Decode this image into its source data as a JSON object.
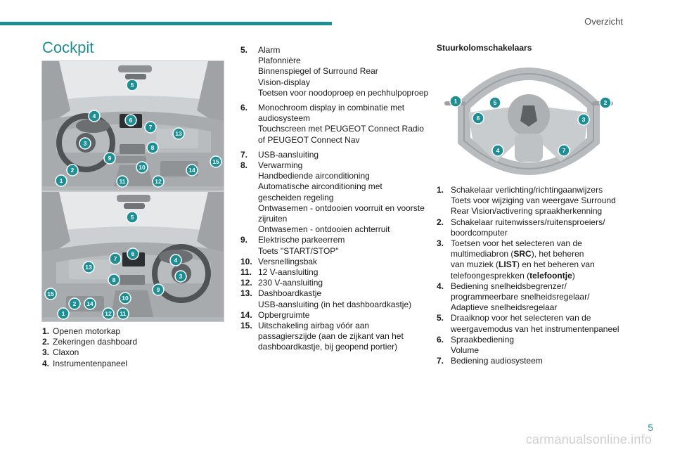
{
  "header": {
    "section_title": "Overzicht",
    "accent_color": "#1d8f94"
  },
  "page_title": "Cockpit",
  "callout_color": "#1d8f94",
  "photo_top": {
    "callouts": [
      "5",
      "4",
      "6",
      "7",
      "13",
      "3",
      "8",
      "9",
      "10",
      "14",
      "15",
      "2",
      "1",
      "11",
      "12"
    ]
  },
  "photo_bottom": {
    "callouts": [
      "5",
      "6",
      "7",
      "13",
      "4",
      "3",
      "8",
      "9",
      "15",
      "2",
      "14",
      "10",
      "1",
      "12",
      "11"
    ]
  },
  "left_list": [
    {
      "num": "1.",
      "lines": [
        "Openen motorkap"
      ]
    },
    {
      "num": "2.",
      "lines": [
        "Zekeringen dashboard"
      ]
    },
    {
      "num": "3.",
      "lines": [
        "Claxon"
      ]
    },
    {
      "num": "4.",
      "lines": [
        "Instrumentenpaneel"
      ]
    }
  ],
  "middle_list": [
    {
      "num": "5.",
      "lines": [
        "Alarm",
        "Plafonnière",
        "Binnenspiegel of Surround Rear",
        "Vision-display",
        "Toetsen voor noodoproep en pechhulpoproep"
      ]
    },
    {
      "num": "6.",
      "lines": [
        "Monochroom display in combinatie met",
        "audiosysteem",
        "Touchscreen met PEUGEOT Connect Radio",
        "of PEUGEOT Connect Nav"
      ]
    },
    {
      "num": "7.",
      "lines": [
        "USB-aansluiting"
      ]
    },
    {
      "num": "8.",
      "lines": [
        "Verwarming",
        "Handbediende airconditioning",
        "Automatische airconditioning met",
        "gescheiden regeling",
        "Ontwasemen - ontdooien voorruit en voorste",
        "zijruiten",
        "Ontwasemen - ontdooien achterruit"
      ]
    },
    {
      "num": "9.",
      "lines": [
        "Elektrische parkeerrem",
        "Toets \"START/STOP\""
      ]
    },
    {
      "num": "10.",
      "lines": [
        "Versnellingsbak"
      ]
    },
    {
      "num": "11.",
      "lines": [
        "12 V-aansluiting"
      ]
    },
    {
      "num": "12.",
      "lines": [
        "230 V-aansluiting"
      ]
    },
    {
      "num": "13.",
      "lines": [
        "Dashboardkastje",
        "USB-aansluiting (in het dashboardkastje)"
      ]
    },
    {
      "num": "14.",
      "lines": [
        "Opbergruimte"
      ]
    },
    {
      "num": "15.",
      "lines": [
        "Uitschakeling airbag vóór aan",
        "passagierszijde (aan de zijkant van het",
        "dashboardkastje, bij geopend portier)"
      ]
    }
  ],
  "steering_heading": "Stuurkolomschakelaars",
  "wheel_callouts": [
    "1",
    "5",
    "6",
    "2",
    "3",
    "4",
    "7"
  ],
  "right_list": {
    "i1": {
      "num": "1.",
      "l1": "Schakelaar verlichting/richtingaanwijzers",
      "l2": "Toets voor wijziging van weergave Surround",
      "l3": "Rear Vision/activering spraakherkenning"
    },
    "i2": {
      "num": "2.",
      "l1": "Schakelaar ruitenwissers/ruitensproeiers/",
      "l2": "boordcomputer"
    },
    "i3": {
      "num": "3.",
      "l1": "Toetsen voor het selecteren van de",
      "l2a": "multimediabron (",
      "src": "SRC",
      "l2b": "), het beheren",
      "l3a": "van muziek (",
      "list": "LIST",
      "l3b": ") en het beheren van",
      "l4a": "telefoongesprekken (",
      "tel": "telefoontje",
      "l4b": ")"
    },
    "i4": {
      "num": "4.",
      "l1": "Bediening snelheidsbegrenzer/",
      "l2": "programmeerbare snelheidsregelaar/",
      "l3": "Adaptieve snelheidsregelaar"
    },
    "i5": {
      "num": "5.",
      "l1": "Draaiknop voor het selecteren van de",
      "l2": "weergavemodus van het instrumentenpaneel"
    },
    "i6": {
      "num": "6.",
      "l1": "Spraakbediening",
      "l2": "Volume"
    },
    "i7": {
      "num": "7.",
      "l1": "Bediening audiosysteem"
    }
  },
  "page_number": "5",
  "watermark": "carmanualsonline.info"
}
